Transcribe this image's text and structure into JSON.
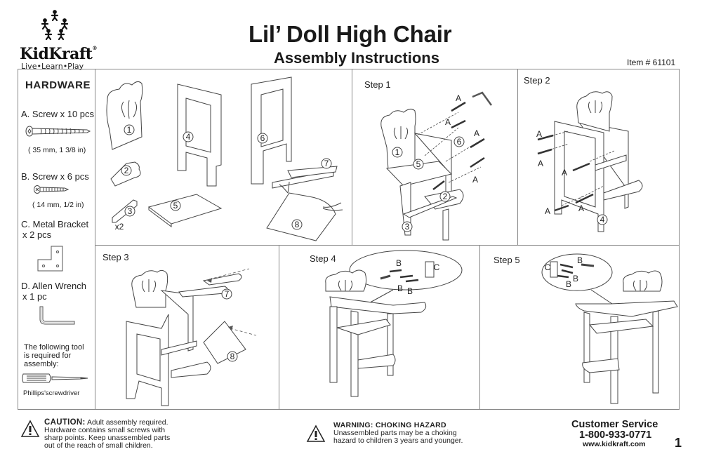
{
  "brand": {
    "name": "KidKraft",
    "registered": "®",
    "tagline": "Live•Learn•Play"
  },
  "header": {
    "title": "Lil’ Doll High Chair",
    "subtitle": "Assembly Instructions",
    "item_number": "Item # 61101"
  },
  "hardware": {
    "heading": "HARDWARE",
    "items": [
      {
        "label": "A. Screw x 10 pcs",
        "size": "( 35 mm, 1 3/8 in)",
        "icon": "long-screw-icon"
      },
      {
        "label": "B. Screw x 6 pcs",
        "size": "( 14 mm, 1/2 in)",
        "icon": "short-screw-icon"
      },
      {
        "label": "C. Metal Bracket",
        "qty": "x 2 pcs",
        "icon": "l-bracket-icon"
      },
      {
        "label": "D. Allen Wrench",
        "qty": "x 1 pc",
        "icon": "allen-wrench-icon"
      }
    ],
    "tool_note": [
      "The following tool",
      "is required for",
      "assembly:"
    ],
    "tool_name": "Phillips'screwdriver"
  },
  "parts": {
    "labels": [
      "1",
      "2",
      "3",
      "4",
      "5",
      "6",
      "7",
      "8"
    ],
    "qty_note": "x2"
  },
  "steps": [
    {
      "label": "Step 1",
      "callouts": [
        "A",
        "A",
        "A",
        "A",
        "1",
        "5",
        "6",
        "2",
        "3"
      ]
    },
    {
      "label": "Step 2",
      "callouts": [
        "A",
        "A",
        "A",
        "A",
        "A",
        "4"
      ]
    },
    {
      "label": "Step 3",
      "callouts": [
        "7",
        "8"
      ]
    },
    {
      "label": "Step 4",
      "callouts": [
        "B",
        "B",
        "B",
        "C"
      ]
    },
    {
      "label": "Step 5",
      "callouts": [
        "C",
        "B",
        "B",
        "B"
      ]
    }
  ],
  "footer": {
    "caution_title": "CAUTION:",
    "caution_lines": [
      "Adult assembly required.",
      "Hardware contains small screws with",
      "sharp points. Keep unassembled parts",
      "out of the reach of small children."
    ],
    "warning_title": "WARNING: CHOKING HAZARD",
    "warning_lines": [
      "Unassembled parts may be a choking",
      "hazard to children 3 years and younger."
    ],
    "customer_service": "Customer Service",
    "phone": "1-800-933-0771",
    "website": "www.kidkraft.com",
    "page_number": "1"
  },
  "colors": {
    "line": "#888888",
    "ink": "#1a1a1a",
    "drawing": "#444444"
  }
}
